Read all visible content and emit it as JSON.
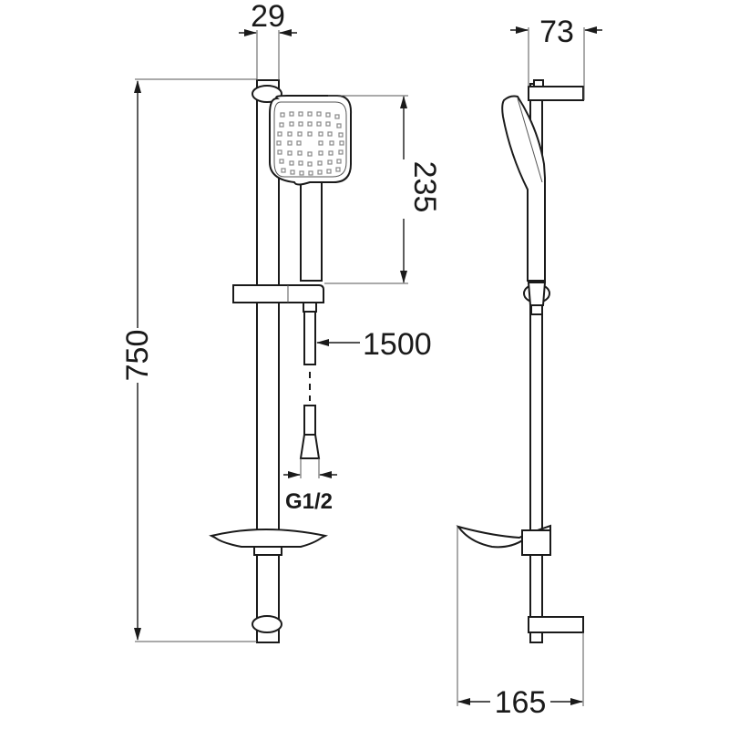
{
  "drawing": {
    "title": "Shower rail set technical drawing",
    "colors": {
      "line": "#1a1a1a",
      "extension": "#555555",
      "background": "#ffffff"
    },
    "front_view": {
      "dimensions": {
        "rail_width": "29",
        "handshower_length": "235",
        "total_height": "750",
        "hose_length": "1500",
        "connection_thread": "G1/2"
      }
    },
    "side_view": {
      "dimensions": {
        "wall_offset": "73",
        "soap_dish_depth": "165"
      }
    }
  }
}
